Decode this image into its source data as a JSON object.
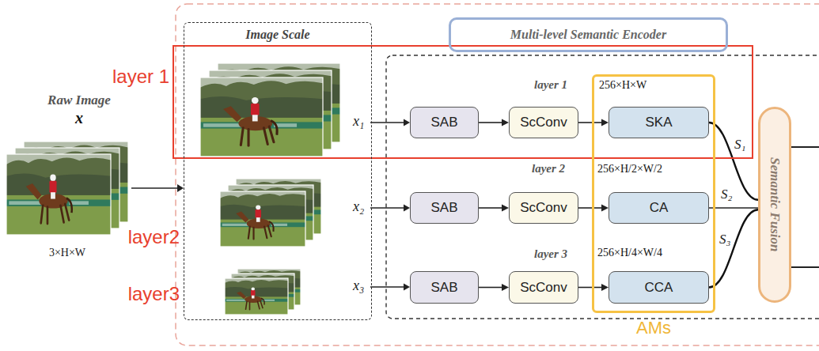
{
  "diagram": {
    "nodes": [
      {
        "text": [
          "layer 1"
        ]
      },
      {
        "text": [
          "Image Scale"
        ]
      },
      {
        "text": [
          "Multi-level Semantic Encoder"
        ]
      },
      {
        "text": [
          "SAB"
        ],
        "in": 0
      },
      {
        "text": [
          "ScConv"
        ],
        "in": 0
      },
      {
        "text": [
          "AMs"
        ]
      },
      {
        "text": [
          "SKA"
        ],
        "in": 5
      },
      {
        "text": [
          "SAB"
        ]
      },
      {
        "text": [
          "ScConv"
        ]
      },
      {
        "text": [
          "CA"
        ],
        "in": 5
      },
      {
        "text": [
          "SAB"
        ]
      },
      {
        "text": [
          "ScConv"
        ]
      },
      {
        "text": [
          "CCA"
        ],
        "in": 5
      },
      {
        "text": [
          "Semantic Fusion"
        ]
      }
    ],
    "edges": [
      {
        "from": 3,
        "to": 4,
        "arrow": "to"
      },
      {
        "from": 4,
        "to": 6,
        "arrow": "to"
      },
      {
        "from": 7,
        "to": 8,
        "arrow": "to"
      },
      {
        "from": 8,
        "to": 9,
        "arrow": "to"
      },
      {
        "from": 10,
        "to": 11,
        "arrow": "to"
      },
      {
        "from": 11,
        "to": 12,
        "arrow": "to"
      },
      {
        "from": 6,
        "to": 13,
        "label": "S₁",
        "arrow": "none"
      },
      {
        "from": 9,
        "to": 13,
        "label": "S₂",
        "arrow": "none"
      },
      {
        "from": 12,
        "to": 13,
        "label": "S₃",
        "arrow": "none"
      }
    ],
    "labels": [
      "Raw Image",
      "x",
      "3×H×W",
      "layer2",
      "layer3",
      "x₁",
      "x₂",
      "x₃",
      "layer 1",
      "layer 2",
      "layer 3",
      "256×H×W",
      "256×H/2×W/2",
      "256×H/4×W/4"
    ]
  }
}
